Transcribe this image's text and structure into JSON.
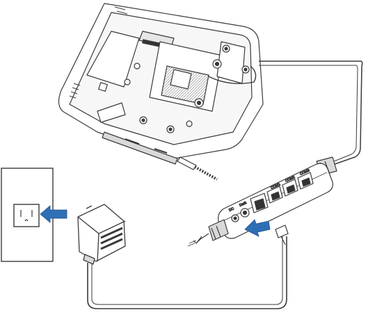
{
  "diagram": {
    "components": [
      {
        "id": "terminal",
        "icon": "terminal-device-underside"
      },
      {
        "id": "wall-outlet",
        "icon": "wall-outlet-icon"
      },
      {
        "id": "power-adapter",
        "icon": "power-adapter-icon"
      },
      {
        "id": "connector-box",
        "icon": "multi-port-connector-box"
      }
    ],
    "arrows": [
      {
        "id": "plug-into-outlet",
        "color": "#2f6fb5"
      },
      {
        "id": "plug-into-connector",
        "color": "#2f6fb5"
      }
    ],
    "port_labels": [
      "DC",
      "Dark",
      "",
      "COM1",
      "COM2",
      "COM3"
    ],
    "colors": {
      "line": "#3a3a3a",
      "arrow": "#2f6fb5",
      "fill": "#ffffff",
      "shade": "#d9d9d9"
    }
  }
}
